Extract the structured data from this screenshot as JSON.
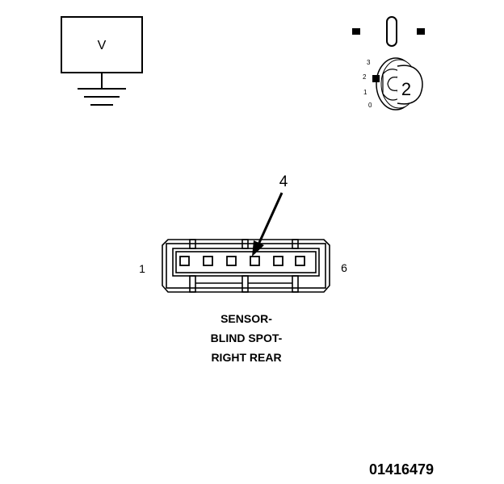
{
  "voltmeter": {
    "symbol": "V"
  },
  "selector": {
    "positions": [
      "3",
      "2",
      "1",
      "0"
    ],
    "selected": "2"
  },
  "connector": {
    "callout_pin": "4",
    "pin_first": "1",
    "pin_last": "6",
    "pin_count": 6
  },
  "caption": {
    "line1": "SENSOR-",
    "line2": "BLIND SPOT-",
    "line3": "RIGHT REAR"
  },
  "figure_id": "01416479"
}
